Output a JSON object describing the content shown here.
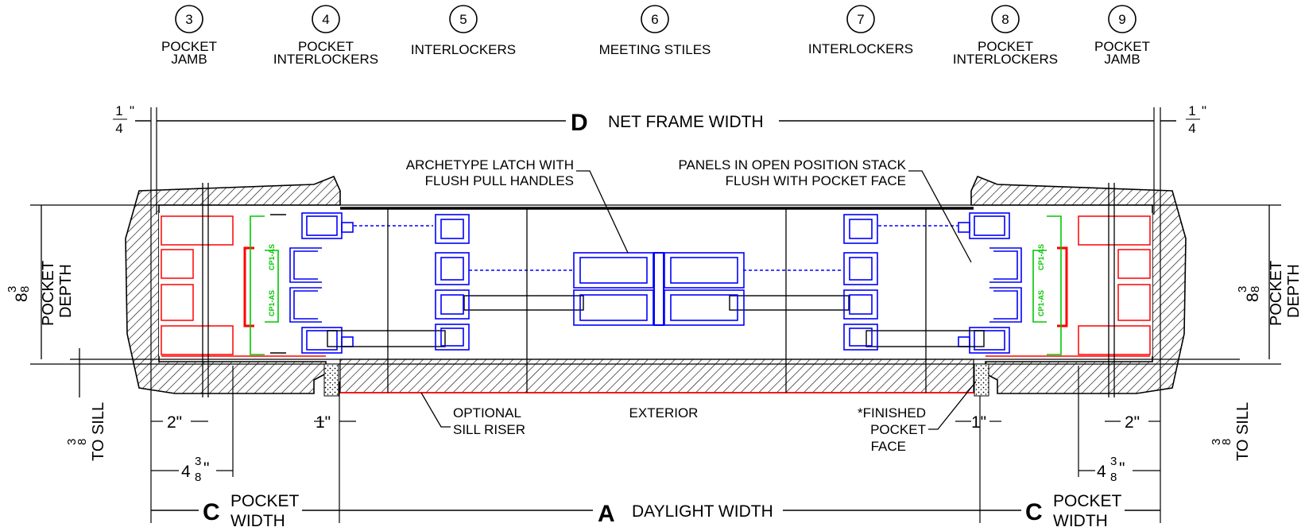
{
  "callouts": [
    {
      "num": "3",
      "line1": "POCKET",
      "line2": "JAMB"
    },
    {
      "num": "4",
      "line1": "POCKET",
      "line2": "INTERLOCKERS"
    },
    {
      "num": "5",
      "line1": "INTERLOCKERS",
      "line2": ""
    },
    {
      "num": "6",
      "line1": "MEETING STILES",
      "line2": ""
    },
    {
      "num": "7",
      "line1": "INTERLOCKERS",
      "line2": ""
    },
    {
      "num": "8",
      "line1": "POCKET",
      "line2": "INTERLOCKERS"
    },
    {
      "num": "9",
      "line1": "POCKET",
      "line2": "JAMB"
    }
  ],
  "dimensions": {
    "net_frame_letter": "D",
    "net_frame_label": "NET FRAME WIDTH",
    "quarter_num": "1",
    "quarter_den": "4",
    "inch": "\"",
    "pocket_depth_whole": "8",
    "pocket_depth_num": "3",
    "pocket_depth_den": "8",
    "pocket_depth_label1": "POCKET",
    "pocket_depth_label2": "DEPTH",
    "to_sill_num": "3",
    "to_sill_den": "8",
    "to_sill_label": "TO SILL",
    "two_inch": "2\"",
    "one_inch": "1\"",
    "four_whole": "4",
    "four_num": "3",
    "four_den": "8",
    "daylight_letter": "A",
    "daylight_label": "DAYLIGHT WIDTH",
    "pocket_width_letter": "C",
    "pocket_width_label1": "POCKET",
    "pocket_width_label2": "WIDTH"
  },
  "notes": {
    "latch_line1": "ARCHETYPE LATCH WITH",
    "latch_line2": "FLUSH PULL HANDLES",
    "panels_line1": "PANELS IN OPEN POSITION STACK",
    "panels_line2": "FLUSH WITH POCKET FACE",
    "sill_line1": "OPTIONAL",
    "sill_line2": "SILL RISER",
    "exterior": "EXTERIOR",
    "finished_line1": "*FINISHED",
    "finished_line2": "POCKET",
    "finished_line3": "FACE",
    "part_tag": "CP1-AS"
  },
  "colors": {
    "frame": "#000000",
    "panels": "#0000ff",
    "seals": "#ff0000",
    "latch": "#00c800"
  }
}
